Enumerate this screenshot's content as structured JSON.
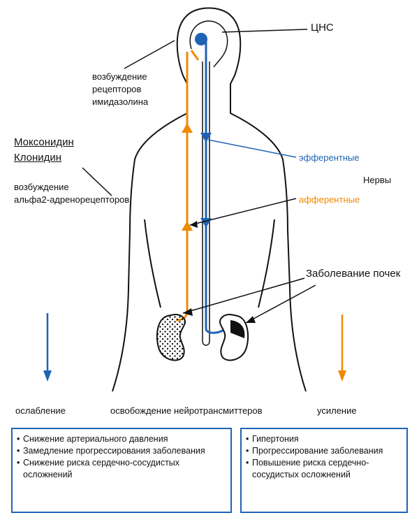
{
  "labels": {
    "cns": "ЦНС",
    "imidazoline_line1": "возбуждение",
    "imidazoline_line2": "рецепторов",
    "imidazoline_line3": "имидазолина",
    "drug1": "Моксонидин",
    "drug2": "Клонидин",
    "alpha_line1": "возбуждение",
    "alpha_line2": "альфа2-адренорецепторов",
    "efferent": "эфферентные",
    "nerves": "Нервы",
    "afferent": "афферентные",
    "kidney_disease": "Заболевание почек",
    "weakening": "ослабление",
    "release": "освобождение нейротрансмиттеров",
    "strengthening": "усиление"
  },
  "left_box": [
    "Снижение артериального давления",
    "Замедление прогрессирования заболевания",
    "Снижение риска сердечно-сосудистых осложнений"
  ],
  "right_box": [
    "Гипертония",
    "Прогрессирование заболевания",
    "Повышение риска сердечно-сосудистых осложнений"
  ],
  "colors": {
    "blue": "#1f63b5",
    "orange": "#f08a00",
    "outline": "#111111"
  }
}
